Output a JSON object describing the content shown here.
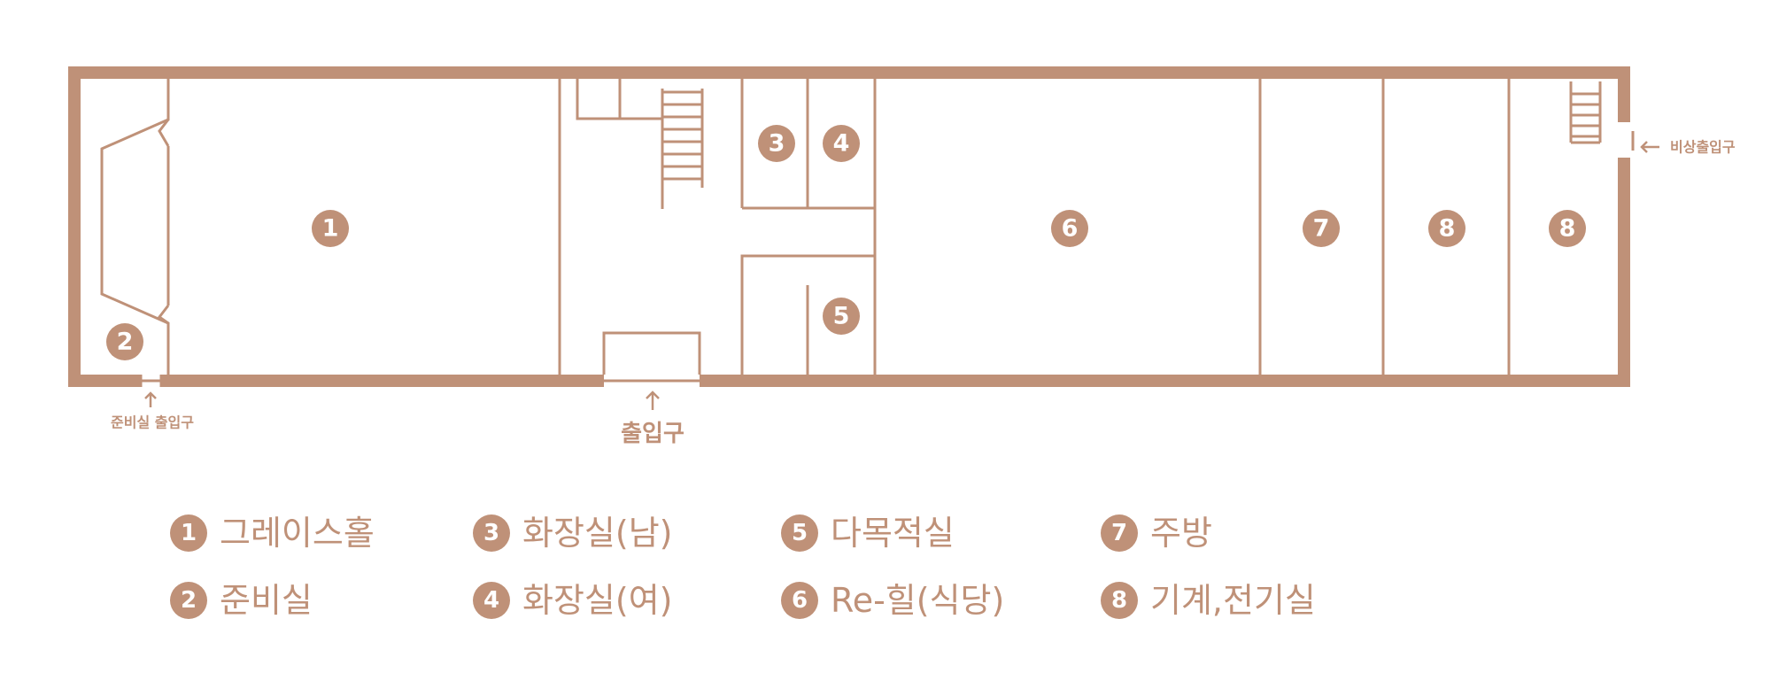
{
  "colors": {
    "wall": "#bf9178",
    "badge_text": "#ffffff",
    "background": "#ffffff"
  },
  "rooms": [
    {
      "id": "room-1",
      "number": "1"
    },
    {
      "id": "room-3",
      "number": "3"
    },
    {
      "id": "room-4",
      "number": "4"
    },
    {
      "id": "room-5",
      "number": "5"
    },
    {
      "id": "room-6",
      "number": "6"
    },
    {
      "id": "room-7",
      "number": "7"
    },
    {
      "id": "room-8a",
      "number": "8"
    },
    {
      "id": "room-8b",
      "number": "8"
    },
    {
      "id": "room-2",
      "number": "2"
    }
  ],
  "entrances": {
    "main": "출입구",
    "prep_room": "준비실 출입구",
    "emergency": "비상출입구"
  },
  "legend": [
    {
      "number": "1",
      "name": "그레이스홀"
    },
    {
      "number": "2",
      "name": "준비실"
    },
    {
      "number": "3",
      "name": "화장실(남)"
    },
    {
      "number": "4",
      "name": "화장실(여)"
    },
    {
      "number": "5",
      "name": "다목적실"
    },
    {
      "number": "6",
      "name": "Re-힐(식당)"
    },
    {
      "number": "7",
      "name": "주방"
    },
    {
      "number": "8",
      "name": "기계,전기실"
    }
  ]
}
